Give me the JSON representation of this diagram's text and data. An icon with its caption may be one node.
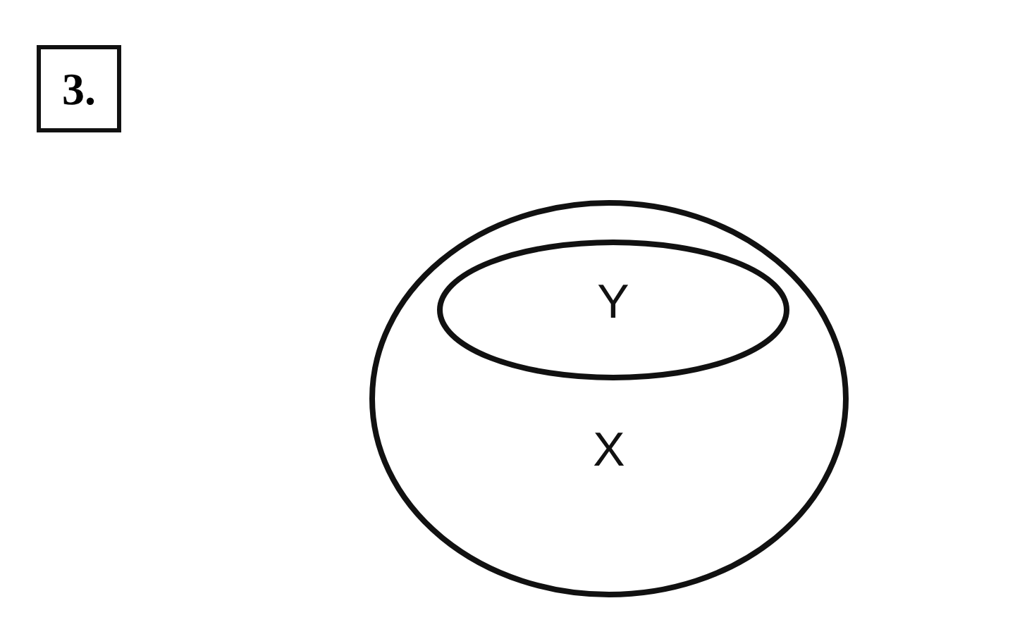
{
  "diagram": {
    "nodes": [
      {
        "text": [
          "3."
        ]
      },
      {
        "text": [
          "X"
        ]
      },
      {
        "text": [
          "Y"
        ],
        "in": 1
      }
    ],
    "edges": []
  }
}
